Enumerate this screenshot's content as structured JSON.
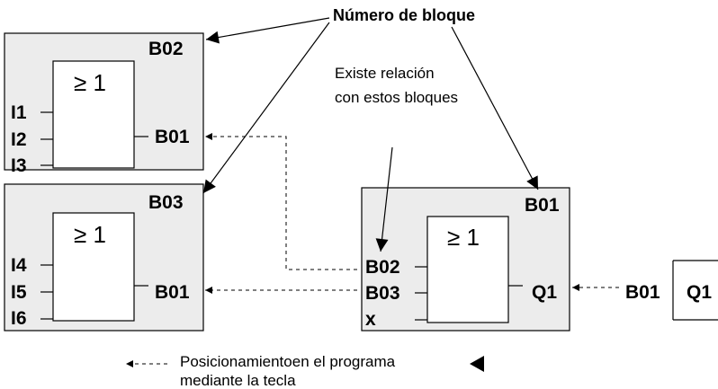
{
  "annotations": {
    "block_number": "Número de bloque",
    "relation_line1": "Existe relación",
    "relation_line2": "con estos bloques",
    "legend_line1": "Posicionamientoen el programa",
    "legend_line2": "mediante la tecla"
  },
  "blocks": {
    "b02": {
      "number": "B02",
      "gate_symbol": "≥ 1",
      "inputs": [
        "I1",
        "I2",
        "I3"
      ],
      "output": "B01"
    },
    "b03": {
      "number": "B03",
      "gate_symbol": "≥ 1",
      "inputs": [
        "I4",
        "I5",
        "I6"
      ],
      "output": "B01"
    },
    "b01": {
      "number": "B01",
      "gate_symbol": "≥ 1",
      "inputs": [
        "B02",
        "B03",
        "x"
      ],
      "output": "Q1"
    }
  },
  "q1_connection": {
    "label": "B01",
    "target": "Q1"
  },
  "colors": {
    "block_fill": "#ececec",
    "line": "#000000"
  }
}
